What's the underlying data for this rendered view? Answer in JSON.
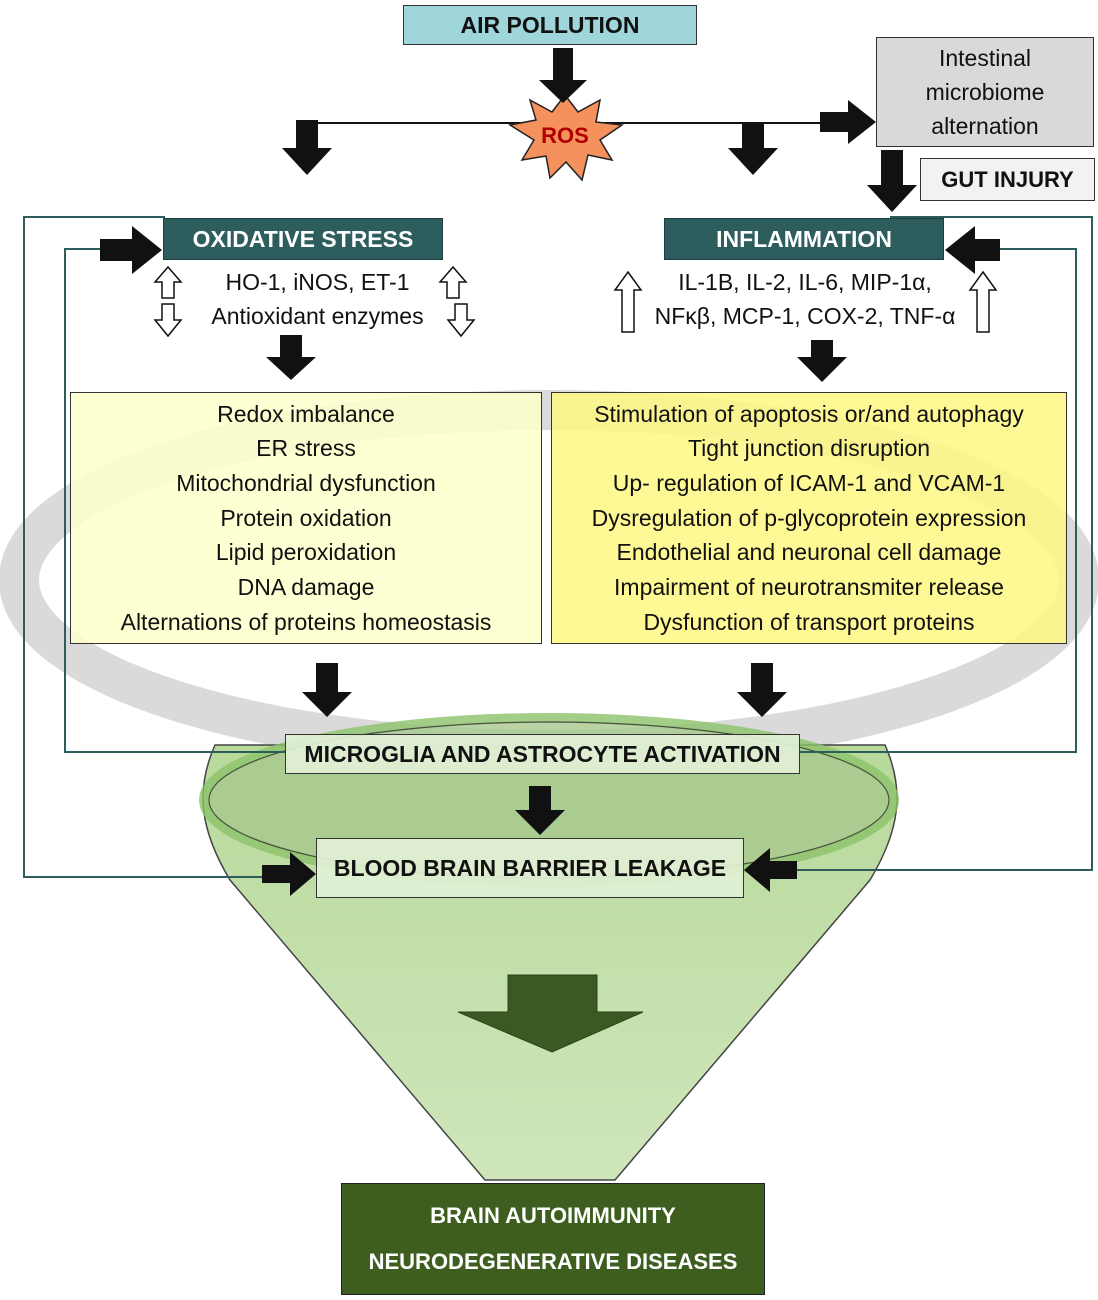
{
  "diagram": {
    "source": "AIR POLLUTION",
    "ros": "ROS",
    "microbiome": [
      "Intestinal",
      "microbiome",
      "alternation"
    ],
    "gut_injury": "GUT INJURY",
    "oxidative_stress": {
      "title": "OXIDATIVE STRESS",
      "markers": [
        "HO-1, iNOS, ET-1",
        "Antioxidant enzymes"
      ],
      "effects": [
        "Redox imbalance",
        "ER stress",
        "Mitochondrial dysfunction",
        "Protein oxidation",
        "Lipid peroxidation",
        "DNA damage",
        "Alternations of proteins homeostasis"
      ]
    },
    "inflammation": {
      "title": "INFLAMMATION",
      "markers": [
        "IL-1B, IL-2, IL-6, MIP-1α,",
        "NFκβ, MCP-1, COX-2, TNF-α"
      ],
      "effects": [
        "Stimulation of apoptosis or/and autophagy",
        "Tight junction disruption",
        "Up- regulation of ICAM-1 and VCAM-1",
        "Dysregulation of p-glycoprotein expression",
        "Endothelial and neuronal cell damage",
        "Impairment of neurotransmiter release",
        "Dysfunction of transport proteins"
      ]
    },
    "activation": "MICROGLIA AND ASTROCYTE ACTIVATION",
    "bbb": "BLOOD BRAIN BARRIER LEAKAGE",
    "outcomes": [
      "BRAIN AUTOIMMUNITY",
      "NEURODEGENERATIVE DISEASES"
    ]
  },
  "colors": {
    "source_fill": "#9fd6dc",
    "title_fill": "#2e5d5e",
    "ros_fill": "#f4915c",
    "left_list_fill": "#ffffcd",
    "right_list_fill": "#fff882",
    "funnel_fill": "#c5e0a8",
    "outcome_fill": "#3d5e1f",
    "loop_line": "#2e5d5e"
  }
}
